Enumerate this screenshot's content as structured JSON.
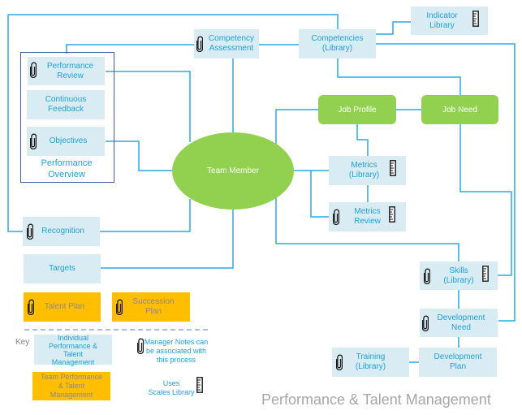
{
  "title": "Performance & Talent Management",
  "nodes": {
    "competency_assessment": [
      "Competency",
      "Assessment"
    ],
    "competencies_library": [
      "Competencies",
      "(Library)"
    ],
    "indicator_library": [
      "Indicator",
      "Library"
    ],
    "performance_review": [
      "Performance",
      "Review"
    ],
    "continuous_feedback": [
      "Continuous",
      "Feedback"
    ],
    "objectives": [
      "Objectives"
    ],
    "performance_overview": [
      "Performance",
      "Overview"
    ],
    "team_member": "Team  Member",
    "job_profile": "Job Profile",
    "job_need": "Job Need",
    "metrics_library": [
      "Metrics",
      "(Library)"
    ],
    "metrics_review": [
      "Metrics",
      "Review"
    ],
    "recognition": [
      "Recognition"
    ],
    "targets": [
      "Targets"
    ],
    "talent_plan": [
      "Talent  Plan"
    ],
    "succession_plan": [
      "Succession",
      "Plan"
    ],
    "skills_library": [
      "Skills",
      "(Library)"
    ],
    "development_need": [
      "Development",
      "Need"
    ],
    "development_plan": [
      "Development",
      "Plan"
    ],
    "training_library": [
      "Training",
      "(Library)"
    ]
  },
  "key": {
    "label": "Key",
    "individual": [
      "Individual",
      "Performance &",
      "Talent",
      "Management"
    ],
    "team": [
      "Team Performance",
      "& Talent",
      "Management"
    ],
    "manager_notes": [
      "Manager Notes can",
      "be associated with",
      "this process"
    ],
    "scales": [
      "Uses",
      "Scales Library"
    ]
  },
  "colors": {
    "individual_box": "#daecf3",
    "team_box": "#ffbe00",
    "core_node": "#92d050",
    "connector": "#29abe2",
    "text": "#1ea0dc"
  }
}
